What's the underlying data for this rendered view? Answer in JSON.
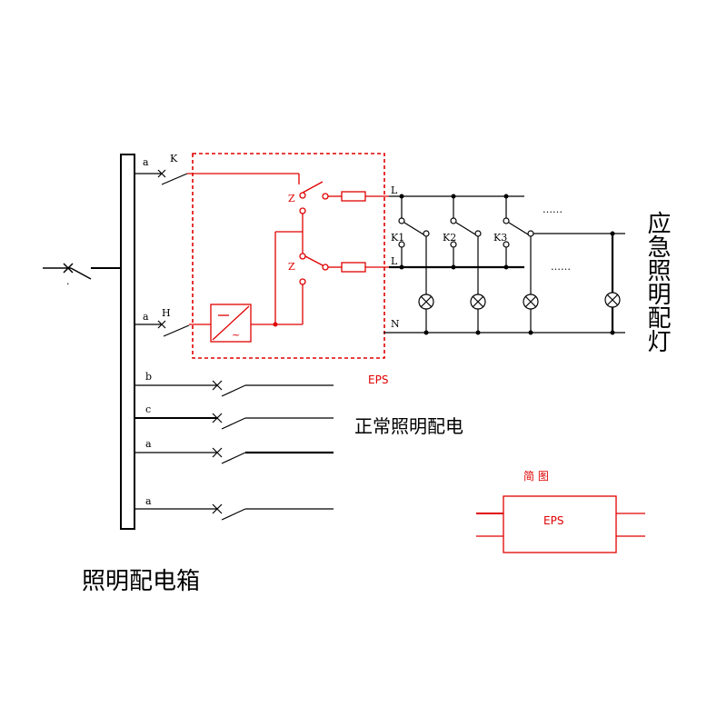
{
  "labels": {
    "breaker_a1": "a",
    "switch_k": "K",
    "breaker_a2": "a",
    "switch_h": "H",
    "feeder_b": "b",
    "feeder_c": "c",
    "feeder_a3": "a",
    "feeder_a4": "a",
    "z_upper": "Z",
    "z_lower": "Z",
    "bus_l1": "L",
    "bus_l2": "L",
    "bus_n": "N",
    "k1": "K1",
    "k2": "K2",
    "k3": "K3",
    "dots_upper": "……",
    "dots_lower": "……",
    "eps_label": "EPS",
    "normal_lighting": "正常照明配电",
    "emergency_lighting": "应急照明配灯",
    "panel_title": "照明配电箱",
    "schematic_title": "简 图",
    "schematic_eps": "EPS"
  },
  "colors": {
    "black": "#000000",
    "red": "#e00000"
  }
}
